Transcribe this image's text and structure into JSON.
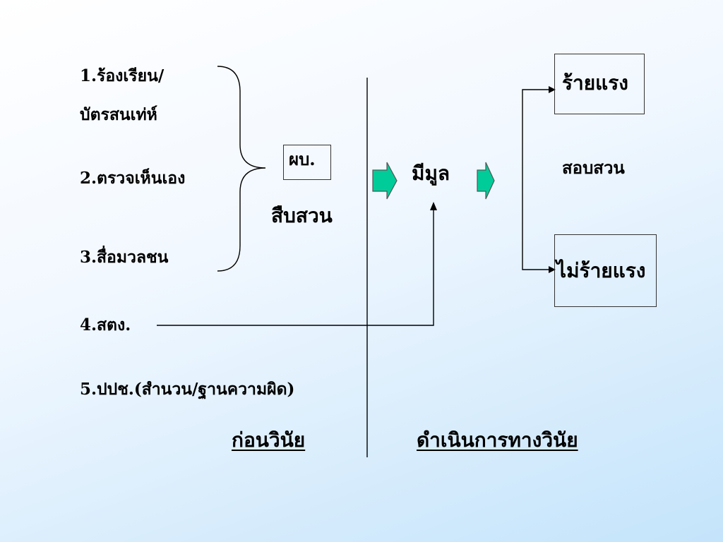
{
  "sources": [
    {
      "id": "source-1",
      "lines": [
        "1.ร้องเรียน/",
        "บัตรสนเท่ห์"
      ]
    },
    {
      "id": "source-2",
      "lines": [
        "2.ตรวจเห็นเอง"
      ]
    },
    {
      "id": "source-3",
      "lines": [
        "3.สื่อมวลชน"
      ]
    },
    {
      "id": "source-4",
      "lines": [
        "4.สตง."
      ]
    },
    {
      "id": "source-5",
      "lines": [
        "5.ปปช.(สำนวน/ฐานความผิด)"
      ]
    }
  ],
  "supervisor": {
    "label": "ผบ.",
    "action": "สืบสวน"
  },
  "evidence_found": "มีมูล",
  "investigation": "สอบสวน",
  "outcomes": {
    "severe": "ร้ายแรง",
    "not_severe": "ไม่ร้ายแรง"
  },
  "phases": {
    "before": "ก่อนวินัย",
    "disciplinary": "ดำเนินการทางวินัย"
  },
  "colors": {
    "arrow_fill": "#00cc99",
    "arrow_stroke": "#555555",
    "line": "#000000"
  }
}
